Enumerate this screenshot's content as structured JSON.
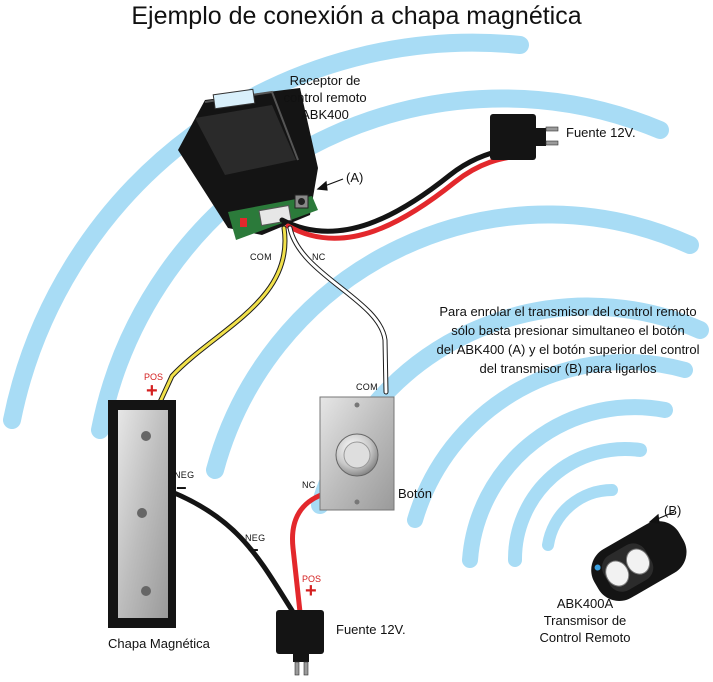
{
  "title": "Ejemplo de conexión a chapa magnética",
  "receiver": {
    "line1": "Receptor de",
    "line2": "control remoto",
    "line3": "ABK400"
  },
  "label_a": "(A)",
  "label_b": "(B)",
  "power_top": "Fuente 12V.",
  "power_bottom": "Fuente 12V.",
  "terminals": {
    "com": "COM",
    "nc": "NC",
    "button_com": "COM",
    "button_nc": "NC",
    "pos_left": "POS",
    "pos_bottom": "POS",
    "neg_lock": "NEG",
    "neg_wire": "NEG"
  },
  "button_label": "Botón",
  "lock_label": "Chapa Magnética",
  "instructions": {
    "line1": "Para enrolar el transmisor del control remoto",
    "line2": "sólo basta presionar simultaneo el botón",
    "line3": "del ABK400 (A) y el botón superior del control",
    "line4": "del transmisor (B) para ligarlos"
  },
  "transmitter": {
    "line1": "ABK400A",
    "line2": "Transmisor de",
    "line3": "Control Remoto"
  },
  "colors": {
    "wave": "#a8dcf5",
    "red_wire": "#e3282c",
    "yellow_wire": "#f1e14a",
    "black": "#141414",
    "steel": "#c4c4c4",
    "accent": "#d42020"
  }
}
